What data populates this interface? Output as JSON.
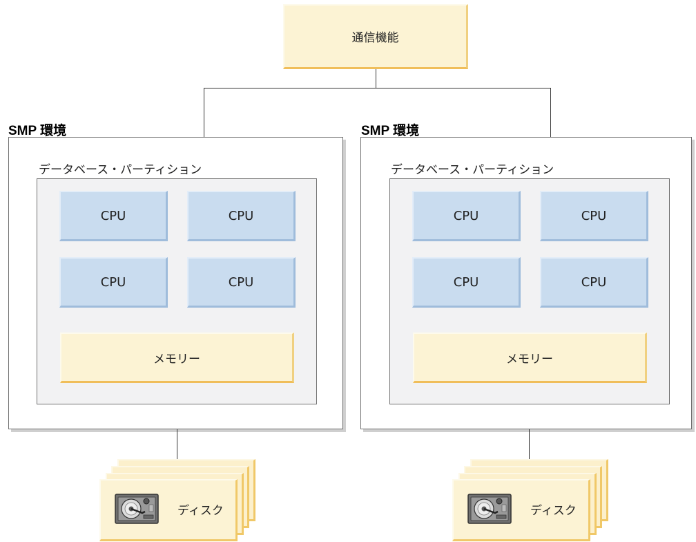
{
  "communication": {
    "label": "通信機能"
  },
  "environments": [
    {
      "title": "SMP 環境",
      "partition_label": "データベース・パーティション",
      "cpus": [
        "CPU",
        "CPU",
        "CPU",
        "CPU"
      ],
      "memory_label": "メモリー",
      "disk_label": "ディスク"
    },
    {
      "title": "SMP 環境",
      "partition_label": "データベース・パーティション",
      "cpus": [
        "CPU",
        "CPU",
        "CPU",
        "CPU"
      ],
      "memory_label": "メモリー",
      "disk_label": "ディスク"
    }
  ],
  "icons": {
    "disk": "hard-disk-icon"
  },
  "colors": {
    "yellow_fill": "#fcf3d4",
    "yellow_edge": "#f0be5a",
    "cpu_fill": "#c9dcef",
    "cpu_edge": "#9fbcdb",
    "partition_fill": "#f2f2f3"
  }
}
